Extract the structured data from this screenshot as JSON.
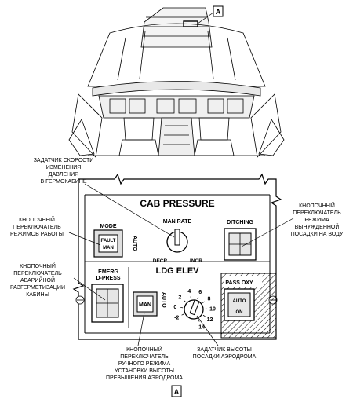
{
  "callouts": {
    "man_rate_knob": "ЗАДАТЧИК СКОРОСТИ\nИЗМЕНЕНИЯ\nДАВЛЕНИЯ\nВ ГЕРМОКАБИНЕ",
    "mode_button": "КНОПОЧНЫЙ\nПЕРЕКЛЮЧАТЕЛЬ\nРЕЖИМОВ РАБОТЫ",
    "emerg_dpress_button": "КНОПОЧНЫЙ\nПЕРЕКЛЮЧАТЕЛЬ\nАВАРИЙНОЙ\nРАЗГЕРМЕТИЗАЦИИ\nКАБИНЫ",
    "ditching_button": "КНОПОЧНЫЙ\nПЕРЕКЛЮЧАТЕЛЬ\nРЕЖИМА\nВЫНУЖДЕННОЙ\nПОСАДКИ НА ВОДУ",
    "ldg_elev_man_button": "КНОПОЧНЫЙ\nПЕРЕКЛЮЧАТЕЛЬ\nРУЧНОГО РЕЖИМА\nУСТАНОВКИ ВЫСОТЫ\nПРЕВЫШЕНИЯ АЭРОДРОМА",
    "ldg_elev_knob": "ЗАДАТЧИК ВЫСОТЫ\nПОСАДКИ АЭРОДРОМА"
  },
  "view_marker": "A",
  "panel": {
    "title": "CAB PRESSURE",
    "mode_label": "MODE",
    "mode_fault": "FAULT",
    "mode_man": "MAN",
    "auto_label": "AUTO",
    "man_rate_label": "MAN RATE",
    "decr_label": "DECR",
    "incr_label": "INCR",
    "ditching_label": "DITCHING",
    "ldg_elev_title": "LDG ELEV",
    "emerg_label_1": "EMERG",
    "emerg_label_2": "D-PRESS",
    "man_button_label": "MAN",
    "auto_label_2": "AUTO",
    "pass_oxy_label": "PASS OXY",
    "pass_oxy_auto": "AUTO",
    "pass_oxy_on": "ON",
    "ldg_scale": [
      "-2",
      "0",
      "2",
      "4",
      "6",
      "8",
      "10",
      "12",
      "14"
    ]
  }
}
